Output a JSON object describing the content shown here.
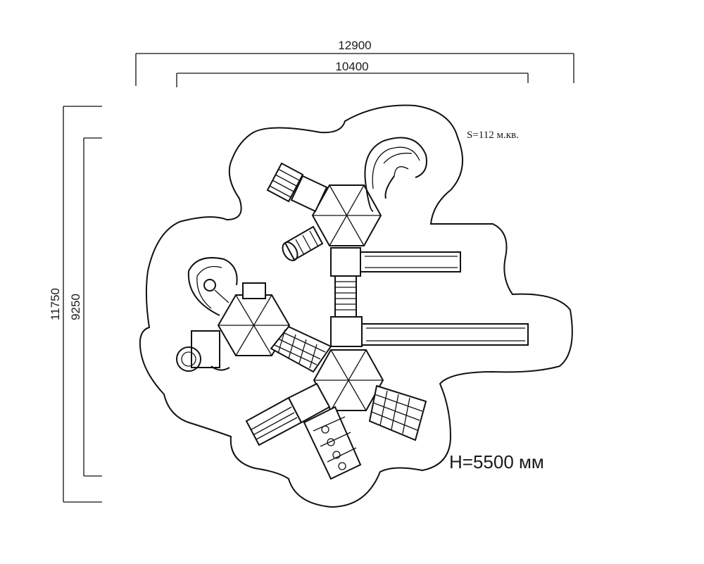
{
  "dimensions": {
    "width_outer": "12900",
    "width_inner": "10400",
    "height_outer": "11750",
    "height_inner": "9250"
  },
  "annotations": {
    "area": "S=112 м.кв.",
    "height": "H=5500 мм"
  }
}
